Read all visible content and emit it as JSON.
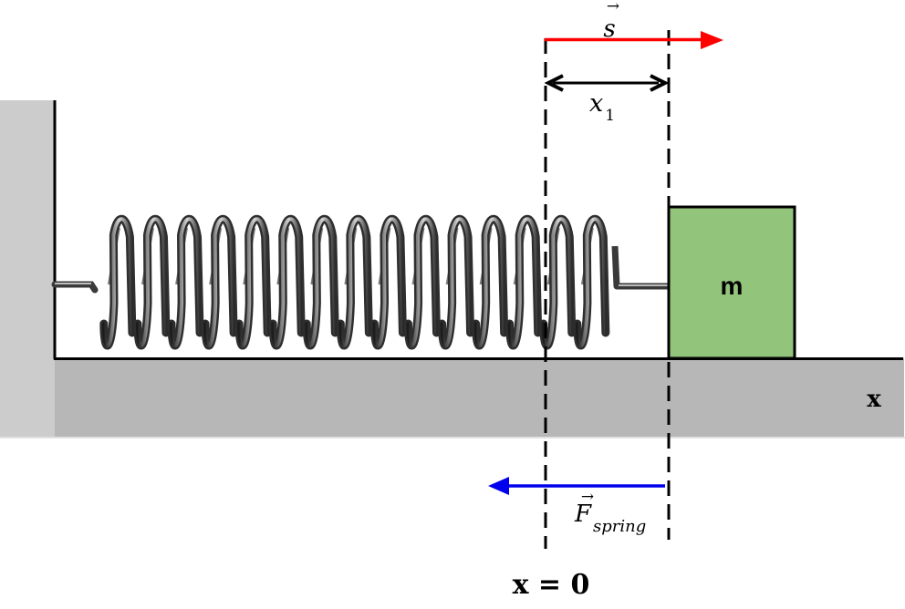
{
  "diagram": {
    "title": "Mass-spring system on horizontal surface",
    "mass_label": "m",
    "axis_label": "x",
    "origin_label": "x = 0",
    "displacement_vector": {
      "symbol": "s",
      "arrow_mark": "→",
      "color": "#ff0000",
      "direction": "right"
    },
    "spring_force_vector": {
      "symbol": "F",
      "subscript": "spring",
      "arrow_mark": "→",
      "color": "#0000ee",
      "direction": "left"
    },
    "extension": {
      "symbol": "x",
      "subscript": "1",
      "type": "double-arrow"
    },
    "spring": {
      "coils": 15
    },
    "colors": {
      "wall": "#cccccc",
      "floor": "#b7b7b7",
      "block": "#92c47c",
      "outline": "#000000",
      "spring": "#555555"
    }
  }
}
